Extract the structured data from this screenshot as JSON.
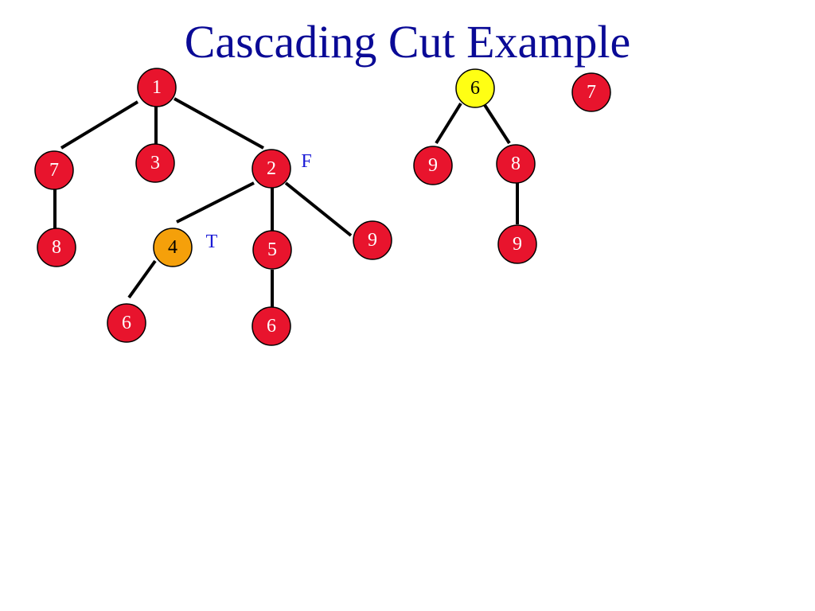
{
  "slide": {
    "title": "Cascading Cut Example"
  },
  "colors": {
    "title": "#0a0a96",
    "node_default": "#e8142d",
    "node_text_default": "#ffffff",
    "node_highlight_orange": "#f5a00a",
    "node_highlight_yellow": "#ffff14",
    "node_text_highlight": "#000000",
    "mark_text": "#1a1ad6"
  },
  "nodes": [
    {
      "id": "t1-root",
      "label": "1",
      "style": "default"
    },
    {
      "id": "t1-7",
      "label": "7",
      "style": "default"
    },
    {
      "id": "t1-3",
      "label": "3",
      "style": "default"
    },
    {
      "id": "t1-2",
      "label": "2",
      "style": "default"
    },
    {
      "id": "t1-8",
      "label": "8",
      "style": "default"
    },
    {
      "id": "t1-4",
      "label": "4",
      "style": "orange"
    },
    {
      "id": "t1-5",
      "label": "5",
      "style": "default"
    },
    {
      "id": "t1-9",
      "label": "9",
      "style": "default"
    },
    {
      "id": "t1-6a",
      "label": "6",
      "style": "default"
    },
    {
      "id": "t1-6b",
      "label": "6",
      "style": "default"
    },
    {
      "id": "t2-root",
      "label": "6",
      "style": "yellow"
    },
    {
      "id": "t2-9",
      "label": "9",
      "style": "default"
    },
    {
      "id": "t2-8",
      "label": "8",
      "style": "default"
    },
    {
      "id": "t2-9b",
      "label": "9",
      "style": "default"
    },
    {
      "id": "t3-root",
      "label": "7",
      "style": "default"
    }
  ],
  "edges": [
    {
      "from": "t1-root",
      "to": "t1-7"
    },
    {
      "from": "t1-root",
      "to": "t1-3"
    },
    {
      "from": "t1-root",
      "to": "t1-2"
    },
    {
      "from": "t1-7",
      "to": "t1-8"
    },
    {
      "from": "t1-2",
      "to": "t1-4"
    },
    {
      "from": "t1-2",
      "to": "t1-5"
    },
    {
      "from": "t1-2",
      "to": "t1-9"
    },
    {
      "from": "t1-4",
      "to": "t1-6a"
    },
    {
      "from": "t1-5",
      "to": "t1-6b"
    },
    {
      "from": "t2-root",
      "to": "t2-9"
    },
    {
      "from": "t2-root",
      "to": "t2-8"
    },
    {
      "from": "t2-8",
      "to": "t2-9b"
    }
  ],
  "marks": [
    {
      "id": "mark-f",
      "node": "t1-2",
      "label": "F"
    },
    {
      "id": "mark-t",
      "node": "t1-4",
      "label": "T"
    }
  ]
}
